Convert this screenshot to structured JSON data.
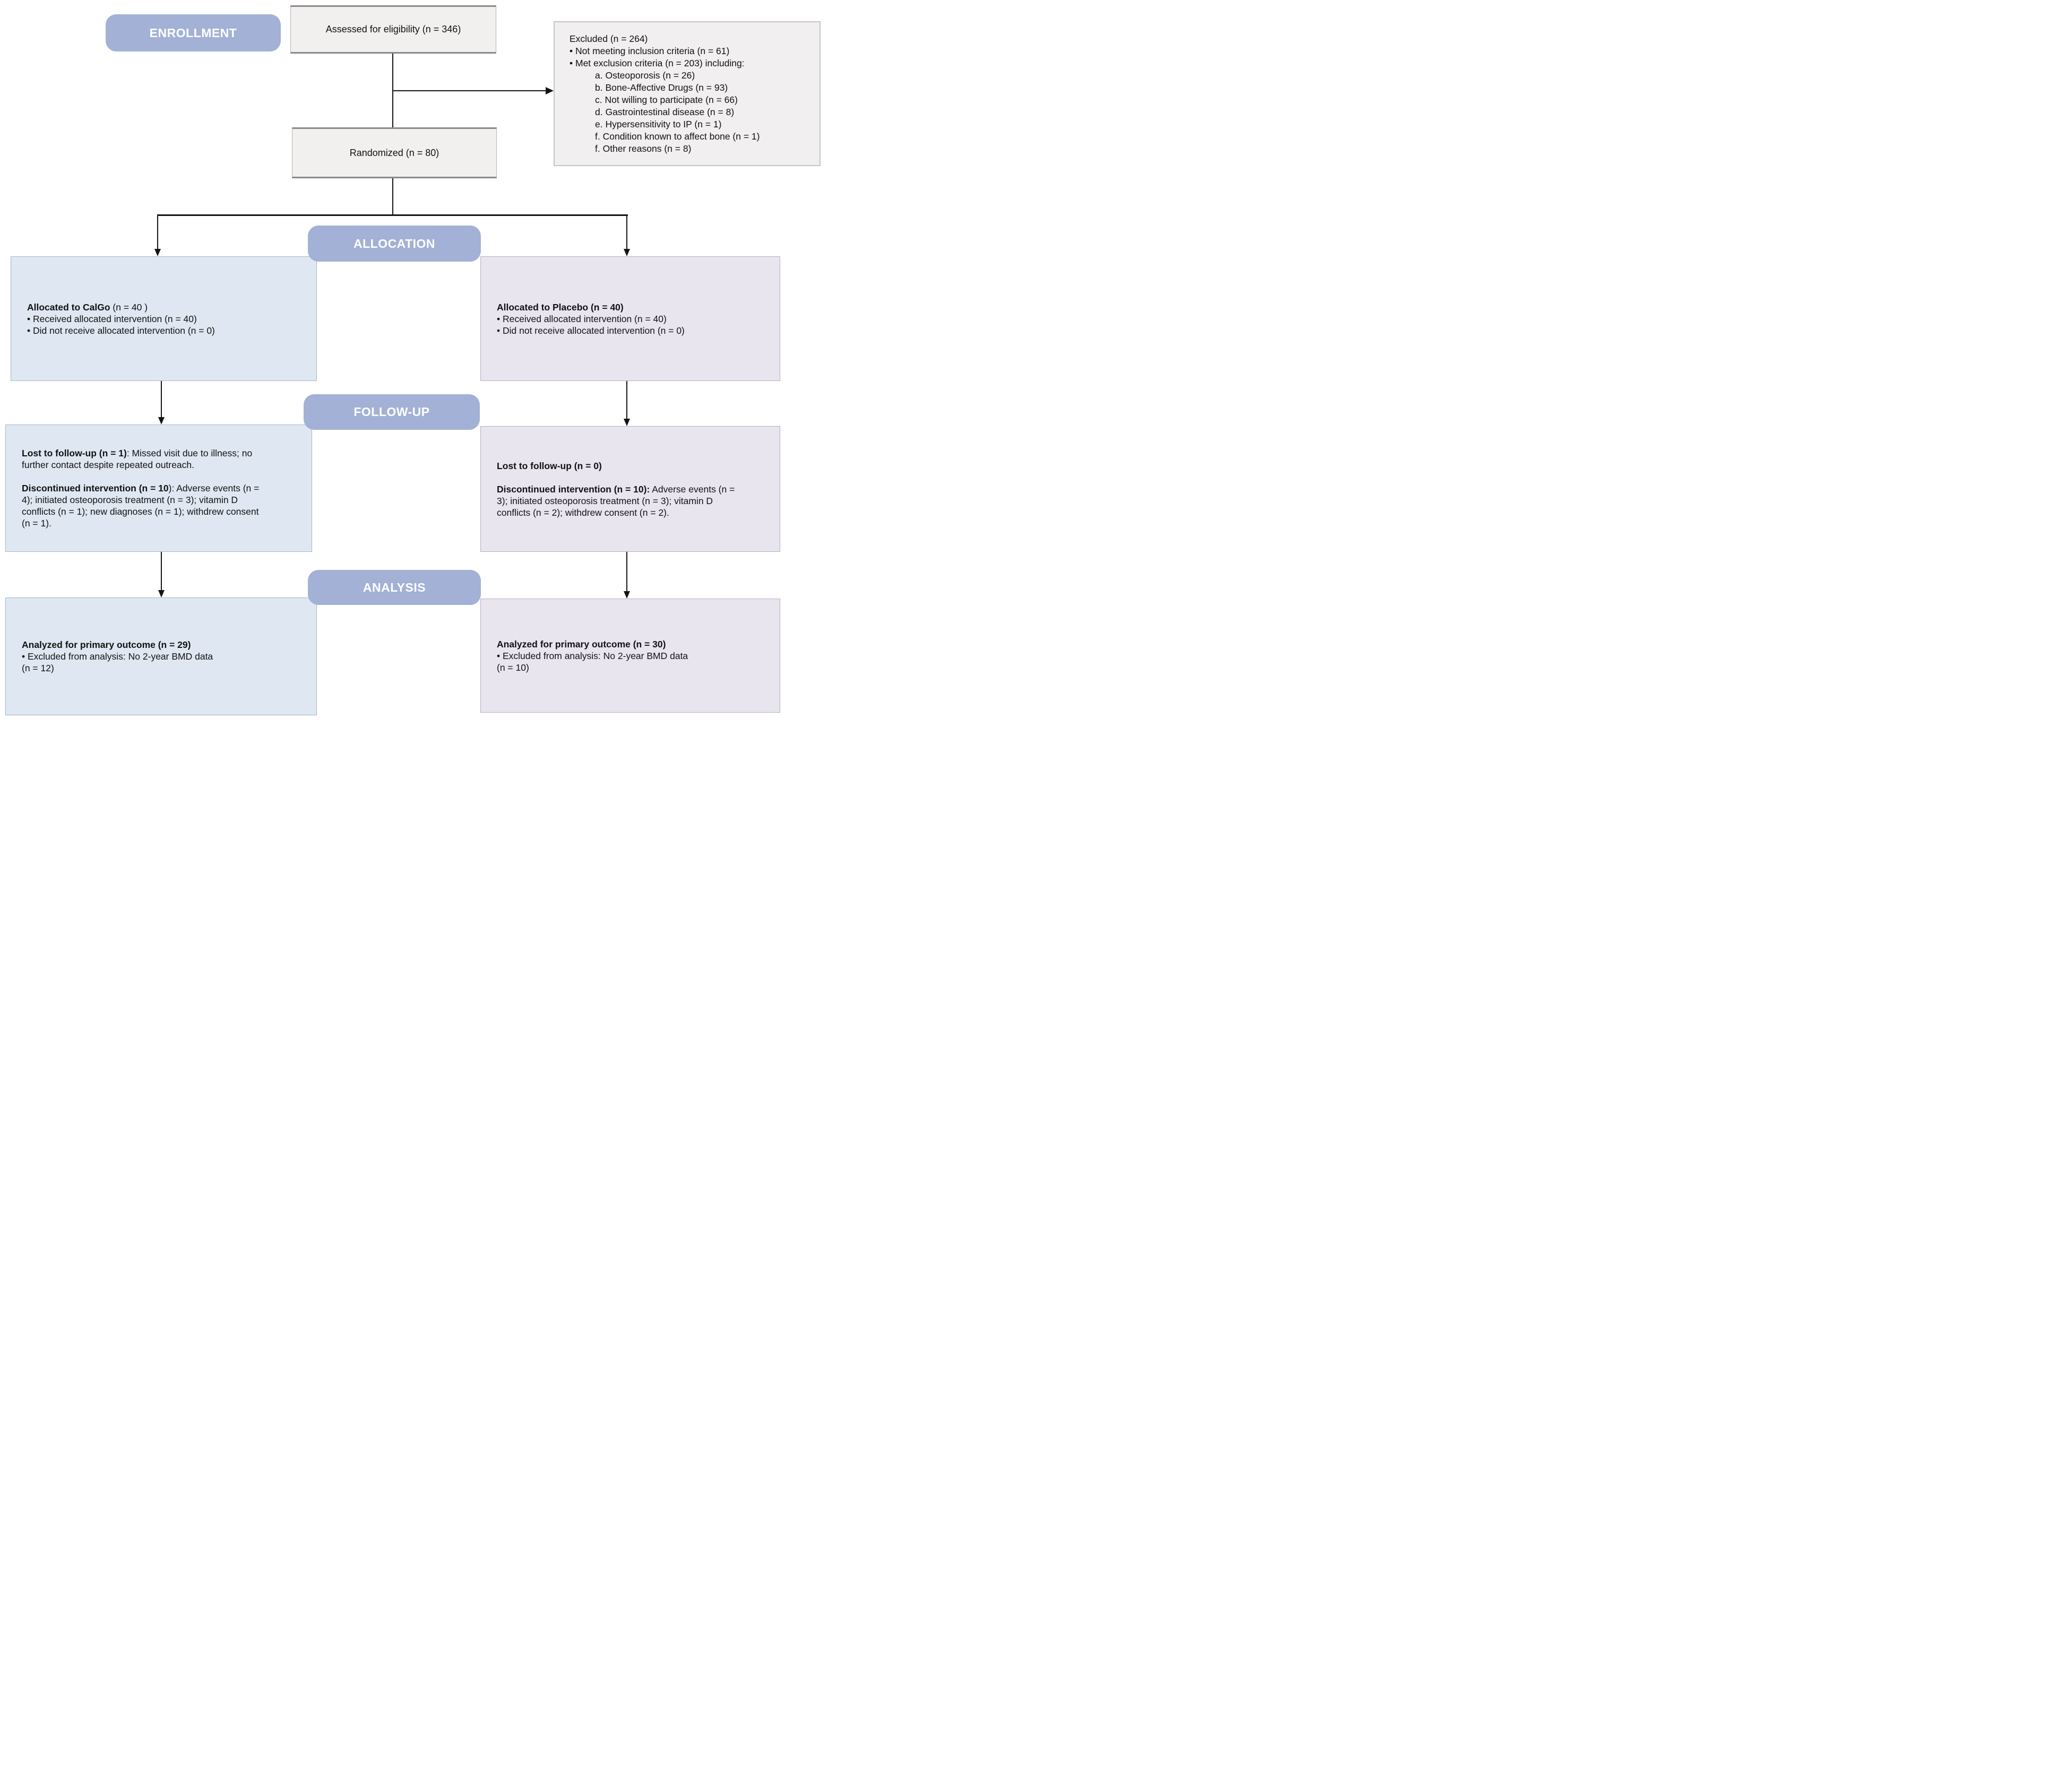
{
  "banners": {
    "enrollment": "ENROLLMENT",
    "allocation": "ALLOCATION",
    "followup": "FOLLOW-UP",
    "analysis": "ANALYSIS"
  },
  "assessed": {
    "text": "Assessed for eligibility (n = 346)"
  },
  "randomized": {
    "text": "Randomized (n = 80)"
  },
  "excluded": {
    "title": "Excluded (n = 264)",
    "bullet1": "• Not meeting inclusion criteria (n = 61)",
    "bullet2": "• Met exclusion criteria (n = 203) including:",
    "sub": [
      "a. Osteoporosis (n = 26)",
      "b. Bone-Affective Drugs (n = 93)",
      "c. Not willing to participate (n = 66)",
      "d. Gastrointestinal disease (n = 8)",
      "e. Hypersensitivity to IP (n = 1)",
      "f. Condition known to affect bone (n = 1)",
      "f. Other reasons (n = 8)"
    ]
  },
  "allocation_left": {
    "title_bold": "Allocated to CalGo",
    "title_rest": " (n = 40 )",
    "bullet1": "• Received allocated intervention (n = 40)",
    "bullet2": "• Did not receive allocated intervention (n = 0)"
  },
  "allocation_right": {
    "title_bold": "Allocated to Placebo (n = 40)",
    "bullet1": "• Received allocated intervention (n = 40)",
    "bullet2": "• Did not receive allocated intervention (n = 0)"
  },
  "followup_left": {
    "lost_bold": "Lost to follow-up (n = 1)",
    "lost_rest": ": Missed visit due to illness; no further contact despite repeated outreach.",
    "disc_bold": "Discontinued intervention (n = 10",
    "disc_rest": "): Adverse events (n = 4); initiated osteoporosis treatment (n = 3); vitamin D conflicts (n = 1); new diagnoses (n = 1); withdrew consent (n = 1)."
  },
  "followup_right": {
    "lost_bold": "Lost to follow-up (n = 0)",
    "disc_bold": "Discontinued intervention (n = 10):",
    "disc_rest": " Adverse events (n = 3); initiated osteoporosis treatment (n = 3); vitamin D conflicts (n = 2); withdrew consent (n = 2)."
  },
  "analysis_left": {
    "title_bold": "Analyzed for primary outcome (n = 29)",
    "bullet_line1": "• Excluded from analysis: No 2-year BMD data",
    "bullet_line2": "(n = 12)"
  },
  "analysis_right": {
    "title_bold": "Analyzed for primary outcome (n = 30)",
    "bullet_line1": "• Excluded from analysis: No 2-year BMD data",
    "bullet_line2": "(n = 10)"
  },
  "colors": {
    "banner_fill": "#a2b1d5",
    "banner_text": "#ffffff",
    "left_box_fill": "#dfe8f2",
    "right_box_fill": "#e9e5ef",
    "neutral_box_fill": "#f2f0ef",
    "connector": "#141414"
  }
}
